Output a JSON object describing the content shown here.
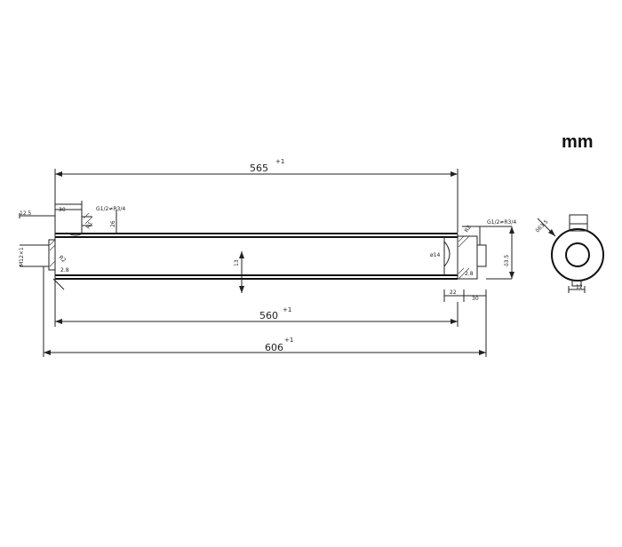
{
  "unit": "mm",
  "dimensions": {
    "overall_top": "565",
    "overall_top_tol": "+1",
    "inner": "560",
    "inner_tol": "+1",
    "overall_bottom": "606",
    "overall_bottom_tol": "+1",
    "left_offset": "12.5",
    "left_width": "30",
    "left_thread": "G1/2≠R3/4",
    "left_height": "26",
    "left_radius": "R1",
    "left_pipe": "M12×1",
    "left_angle": "R2",
    "left_wall": "2.8",
    "center_mark": "13",
    "right_diameter": "ø14",
    "right_thread": "G1/2≠R3/4",
    "right_radius": "R2",
    "right_od": "ö3.5",
    "right_wall": "2.8",
    "right_width_a": "22",
    "right_width_b": "30",
    "end_view_diameter": "ö63.5",
    "end_view_small": "12"
  }
}
